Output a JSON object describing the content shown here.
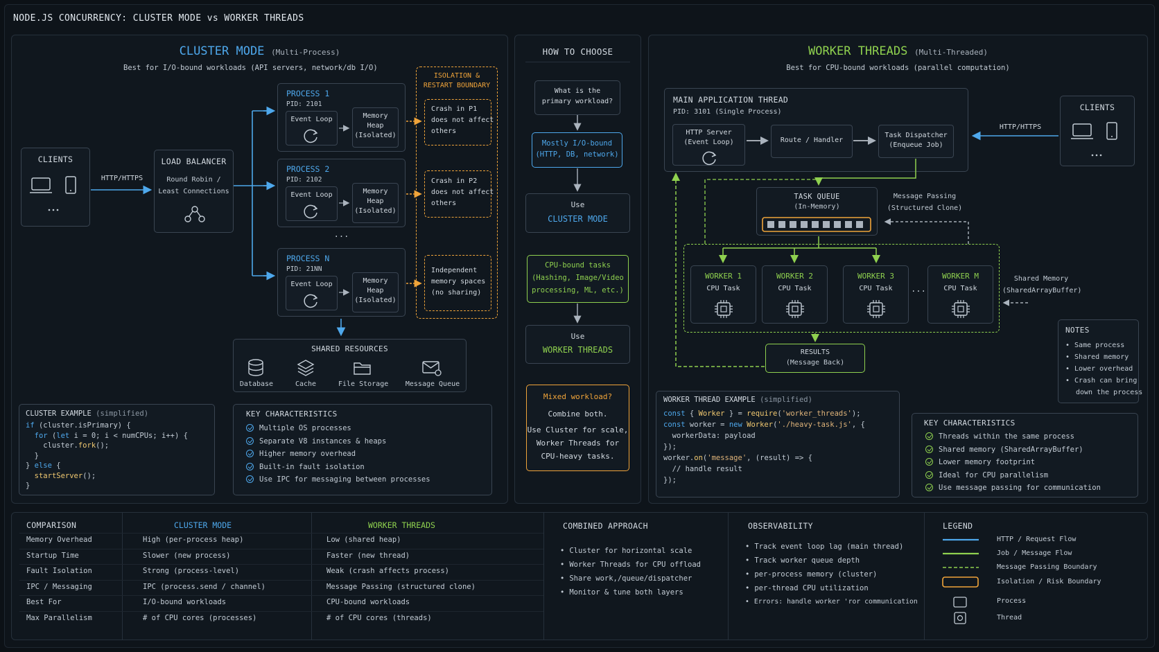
{
  "title": "NODE.JS CONCURRENCY: CLUSTER MODE vs WORKER THREADS",
  "colors": {
    "cluster": "#4ea8ec",
    "worker": "#8fd14f",
    "isolation": "#f0a43a",
    "background": "#0c1116"
  },
  "cluster": {
    "heading": "CLUSTER MODE",
    "heading_suffix": "(Multi-Process)",
    "subtitle": "Best for I/O-bound workloads (API servers, network/db I/O)",
    "clients_label": "CLIENTS",
    "http_label": "HTTP/HTTPS",
    "lb_title": "LOAD BALANCER",
    "lb_line1": "Round Robin /",
    "lb_line2": "Least Connections",
    "processes": [
      {
        "name": "PROCESS 1",
        "pid": "PID: 2101",
        "event_loop": "Event Loop",
        "memory": [
          "Memory",
          "Heap",
          "(Isolated)"
        ]
      },
      {
        "name": "PROCESS 2",
        "pid": "PID: 2102",
        "event_loop": "Event Loop",
        "memory": [
          "Memory",
          "Heap",
          "(Isolated)"
        ]
      },
      {
        "name": "PROCESS N",
        "pid": "PID: 21NN",
        "event_loop": "Event Loop",
        "memory": [
          "Memory",
          "Heap",
          "(Isolated)"
        ]
      }
    ],
    "ellipsis": "...",
    "isolation_title": [
      "ISOLATION &",
      "RESTART BOUNDARY"
    ],
    "isolation_notes": [
      [
        "Crash in P1",
        "does not affect",
        "others"
      ],
      [
        "Crash in P2",
        "does not affect",
        "others"
      ],
      [
        "Independent",
        "memory spaces",
        "(no sharing)"
      ]
    ],
    "shared_title": "SHARED RESOURCES",
    "shared_items": [
      {
        "icon": "database-icon",
        "label": "Database"
      },
      {
        "icon": "cache-icon",
        "label": "Cache"
      },
      {
        "icon": "folder-icon",
        "label": "File Storage"
      },
      {
        "icon": "message-queue-icon",
        "label": "Message Queue"
      }
    ],
    "example_title": "CLUSTER EXAMPLE",
    "example_suffix": "(simplified)",
    "code": [
      "if (cluster.isPrimary) {",
      "  for (let i = 0; i < numCPUs; i++) {",
      "    cluster.fork();",
      "  }",
      "} else {",
      "  startServer();",
      "}"
    ],
    "characteristics_title": "KEY CHARACTERISTICS",
    "characteristics": [
      "Multiple OS processes",
      "Separate V8 instances & heaps",
      "Higher memory overhead",
      "Built-in fault isolation",
      "Use IPC for messaging between processes"
    ]
  },
  "choose": {
    "title": "HOW TO CHOOSE",
    "question": [
      "What is the",
      "primary workload?"
    ],
    "io_option": [
      "Mostly I/O-bound",
      "(HTTP, DB, network)"
    ],
    "use1": "Use",
    "use_cluster": "CLUSTER MODE",
    "cpu_option": [
      "CPU-bound tasks",
      "(Hashing, Image/Video",
      "processing, ML, etc.)"
    ],
    "use2": "Use",
    "use_worker": "WORKER THREADS",
    "mixed_title": "Mixed workload?",
    "mixed_line1": "Combine both.",
    "mixed_rest": [
      "Use Cluster for scale,",
      "Worker Threads for",
      "CPU-heavy tasks."
    ]
  },
  "worker": {
    "heading": "WORKER THREADS",
    "heading_suffix": "(Multi-Threaded)",
    "subtitle": "Best for CPU-bound workloads (parallel computation)",
    "main_title": "MAIN APPLICATION THREAD",
    "main_pid": "PID: 3101 (Single Process)",
    "http_server": [
      "HTTP Server",
      "(Event Loop)"
    ],
    "route": "Route / Handler",
    "dispatcher": [
      "Task Dispatcher",
      "(Enqueue Job)"
    ],
    "clients_label": "CLIENTS",
    "http_label": "HTTP/HTTPS",
    "queue_title": "TASK QUEUE",
    "queue_sub": "(In-Memory)",
    "message_passing": [
      "Message Passing",
      "(Structured Clone)"
    ],
    "workers": [
      {
        "name": "WORKER 1",
        "task": "CPU Task"
      },
      {
        "name": "WORKER 2",
        "task": "CPU Task"
      },
      {
        "name": "WORKER 3",
        "task": "CPU Task"
      },
      {
        "name": "WORKER M",
        "task": "CPU Task"
      }
    ],
    "ellipsis": "...",
    "shared_memory": [
      "Shared Memory",
      "(SharedArrayBuffer)"
    ],
    "results": [
      "RESULTS",
      "(Message Back)"
    ],
    "notes_title": "NOTES",
    "notes": [
      "Same process",
      "Shared memory",
      "Lower overhead",
      "Crash can bring",
      "down the process"
    ],
    "example_title": "WORKER THREAD EXAMPLE",
    "example_suffix": "(simplified)",
    "code": [
      "const { Worker } = require('worker_threads');",
      "const worker = new Worker('./heavy-task.js', {",
      "  workerData: payload",
      "});",
      "worker.on('message', (result) => {",
      "  // handle result",
      "});"
    ],
    "characteristics_title": "KEY CHARACTERISTICS",
    "characteristics": [
      "Threads within the same process",
      "Shared memory (SharedArrayBuffer)",
      "Lower memory footprint",
      "Ideal for CPU parallelism",
      "Use message passing for communication"
    ]
  },
  "comparison": {
    "headers": [
      "COMPARISON",
      "CLUSTER MODE",
      "WORKER THREADS"
    ],
    "rows": [
      [
        "Memory Overhead",
        "High (per-process heap)",
        "Low (shared heap)"
      ],
      [
        "Startup Time",
        "Slower (new process)",
        "Faster (new thread)"
      ],
      [
        "Fault Isolation",
        "Strong (process-level)",
        "Weak (crash affects process)"
      ],
      [
        "IPC / Messaging",
        "IPC (process.send / channel)",
        "Message Passing (structured clone)"
      ],
      [
        "Best For",
        "I/O-bound workloads",
        "CPU-bound workloads"
      ],
      [
        "Max Parallelism",
        "# of CPU cores (processes)",
        "# of CPU cores (threads)"
      ]
    ]
  },
  "combined": {
    "title": "COMBINED APPROACH",
    "items": [
      "Cluster for horizontal scale",
      "Worker Threads for CPU offload",
      "Share work,/queue/dispatcher",
      "Monitor & tune both layers"
    ]
  },
  "observability": {
    "title": "OBSERVABILITY",
    "items": [
      "Track event loop lag (main thread)",
      "Track worker queue depth",
      "per-process memory (cluster)",
      "per-thread CPU utilization",
      "Errors: handle worker 'ror communication"
    ]
  },
  "legend": {
    "title": "LEGEND",
    "items": [
      "HTTP / Request Flow",
      "Job / Message Flow",
      "Message Passing Boundary",
      "Isolation / Risk Boundary",
      "Process",
      "Thread"
    ]
  }
}
